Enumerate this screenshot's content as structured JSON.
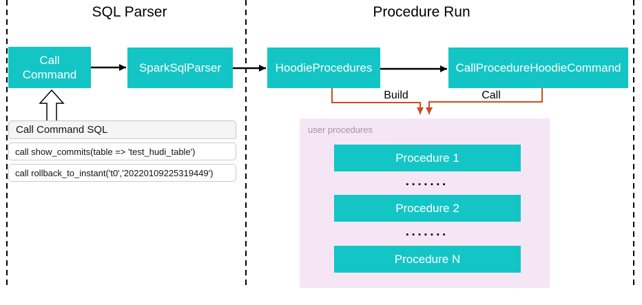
{
  "sections": {
    "sql_parser_title": "SQL Parser",
    "procedure_run_title": "Procedure Run"
  },
  "nodes": {
    "call_command": "Call Command",
    "spark_sql_parser": "SparkSqlParser",
    "hoodie_procedures": "HoodieProcedures",
    "call_procedure_hoodie_command": "CallProcedureHoodieCommand"
  },
  "edges": {
    "build_label": "Build",
    "call_label": "Call"
  },
  "sql_panel": {
    "header": "Call Command SQL",
    "rows": [
      "call show_commits(table => 'test_hudi_table')",
      "call rollback_to_instant('t0','20220109225319449')"
    ]
  },
  "user_procedures": {
    "label": "user procedures",
    "items": [
      "Procedure 1",
      "Procedure 2",
      "Procedure N"
    ],
    "dots": "▪▪▪▪▪▪▪"
  },
  "colors": {
    "teal": "#14C5C5",
    "orange": "#D14A1E",
    "purple_bg": "#F5E6F6",
    "panel_header_bg": "#F5F5F5",
    "panel_border": "#C9C9C9",
    "label_gray": "#9A9A9A",
    "line_black": "#000000"
  }
}
